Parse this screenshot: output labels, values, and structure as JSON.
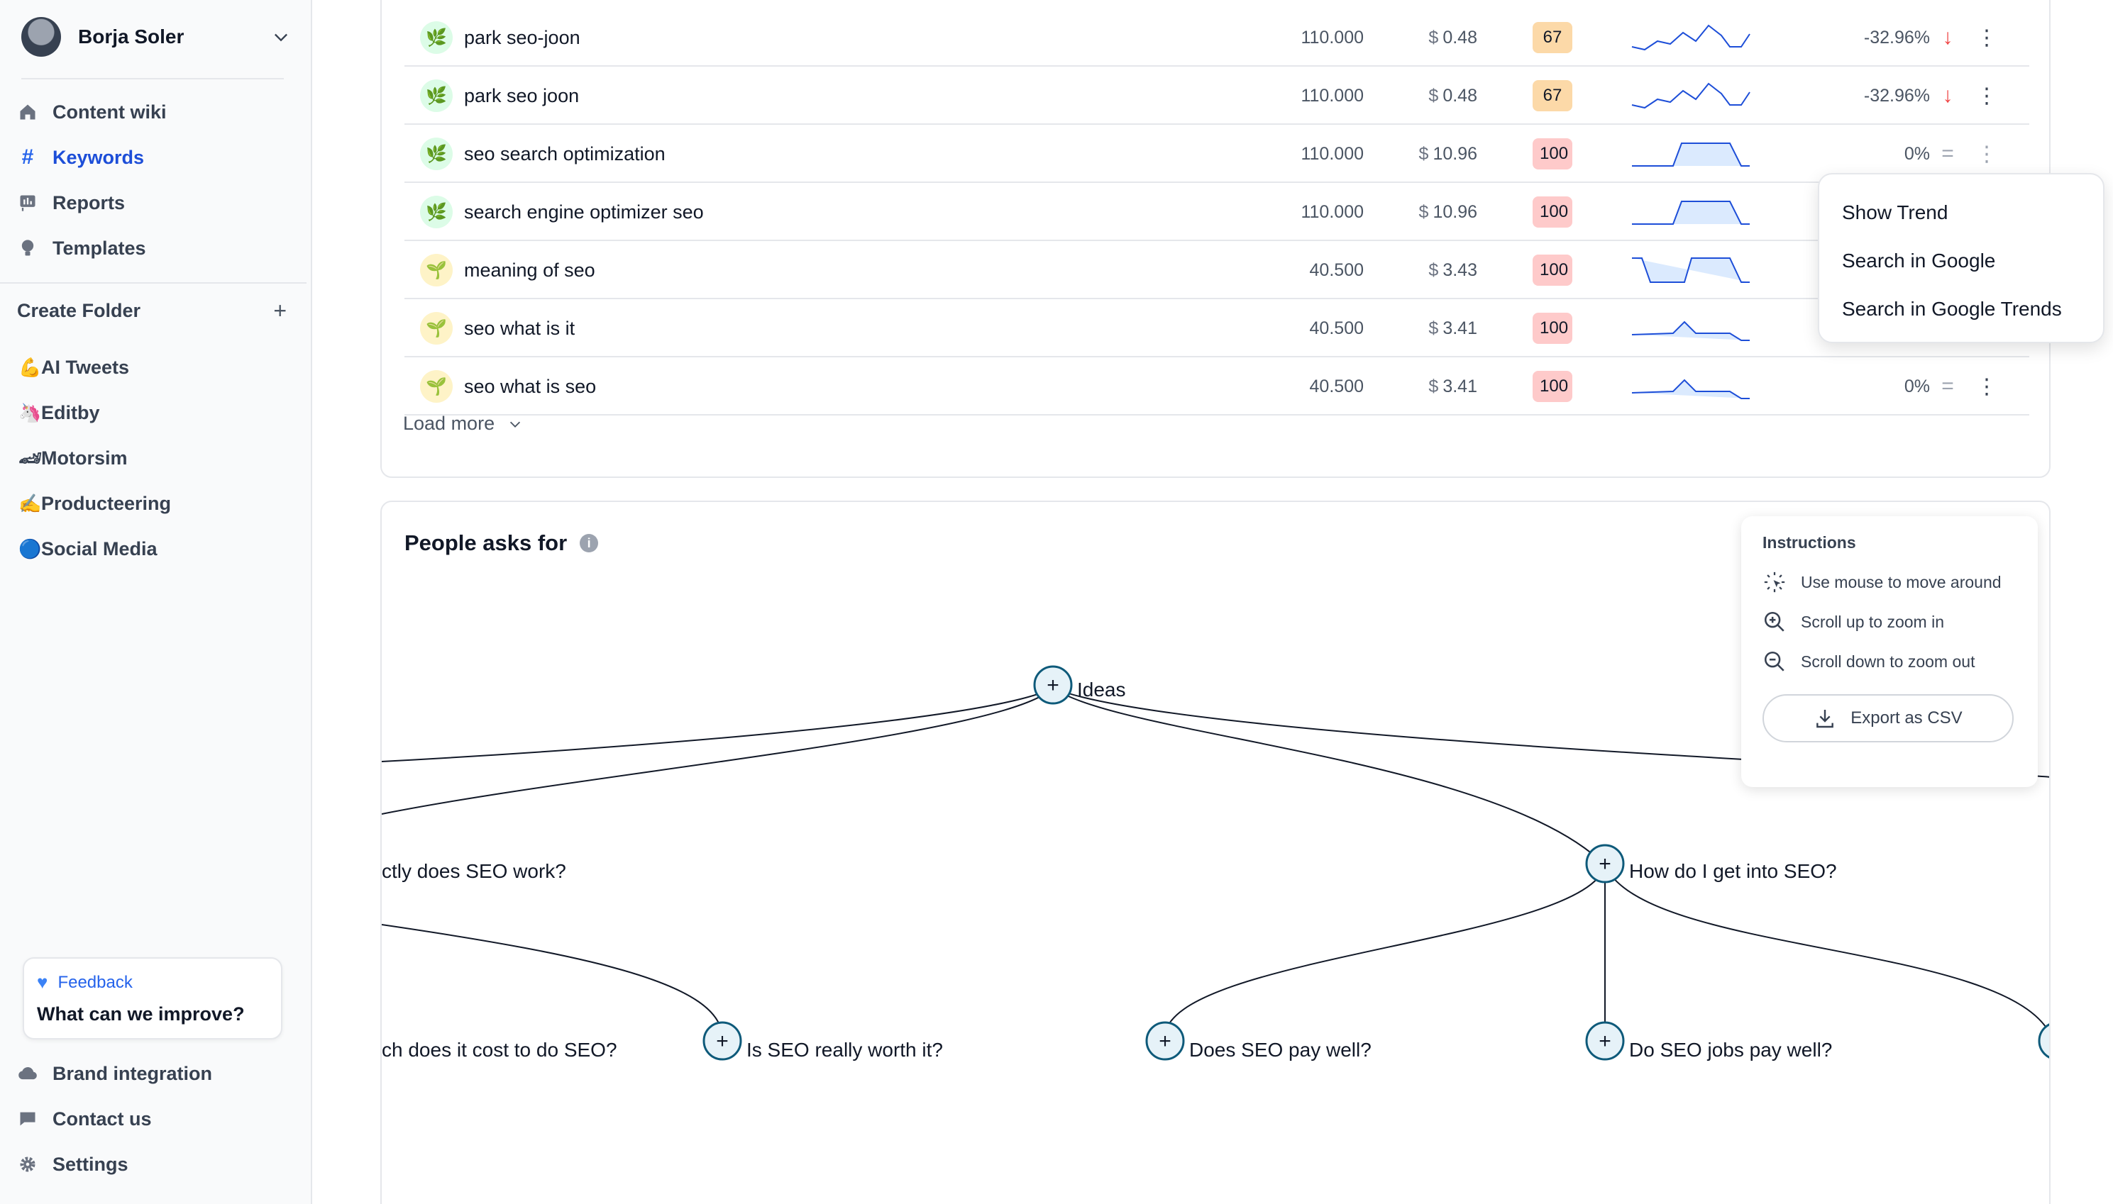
{
  "user": {
    "name": "Borja Soler"
  },
  "nav": [
    {
      "label": "Content wiki",
      "icon": "home-icon"
    },
    {
      "label": "Keywords",
      "icon": "hash-icon",
      "active": true
    },
    {
      "label": "Reports",
      "icon": "report-icon"
    },
    {
      "label": "Templates",
      "icon": "lightbulb-icon"
    }
  ],
  "folders_header": "Create Folder",
  "folders": [
    {
      "emoji": "💪",
      "label": "AI Tweets"
    },
    {
      "emoji": "🦄",
      "label": "Editby"
    },
    {
      "emoji": "🏎",
      "label": "Motorsim"
    },
    {
      "emoji": "✍️",
      "label": "Producteering"
    },
    {
      "emoji": "🔵",
      "label": "Social Media"
    }
  ],
  "feedback": {
    "tag": "Feedback",
    "text": "What can we improve?"
  },
  "bottom_nav": [
    {
      "label": "Brand integration",
      "icon": "cloud-icon"
    },
    {
      "label": "Contact us",
      "icon": "chat-icon"
    },
    {
      "label": "Settings",
      "icon": "gear-icon"
    }
  ],
  "keywords": {
    "rows": [
      {
        "keyword": "park seo-joon",
        "volume": "110.000",
        "cpc": "0.48",
        "kd": "67",
        "change": "-32.96%",
        "trend_dir": "down"
      },
      {
        "keyword": "park seo joon",
        "volume": "110.000",
        "cpc": "0.48",
        "kd": "67",
        "change": "-32.96%",
        "trend_dir": "down"
      },
      {
        "keyword": "seo search optimization",
        "volume": "110.000",
        "cpc": "10.96",
        "kd": "100",
        "change": "0%",
        "trend_dir": "flat"
      },
      {
        "keyword": "search engine optimizer seo",
        "volume": "110.000",
        "cpc": "10.96",
        "kd": "100",
        "change": "",
        "trend_dir": ""
      },
      {
        "keyword": "meaning of seo",
        "volume": "40.500",
        "cpc": "3.43",
        "kd": "100",
        "change": "",
        "trend_dir": ""
      },
      {
        "keyword": "seo what is it",
        "volume": "40.500",
        "cpc": "3.41",
        "kd": "100",
        "change": "",
        "trend_dir": ""
      },
      {
        "keyword": "seo what is seo",
        "volume": "40.500",
        "cpc": "3.41",
        "kd": "100",
        "change": "0%",
        "trend_dir": "flat"
      }
    ],
    "currency": "$",
    "load_more": "Load more"
  },
  "menu": {
    "items": [
      "Show Trend",
      "Search in Google",
      "Search in Google Trends"
    ]
  },
  "people_ask": {
    "title": "People asks for",
    "root": "Ideas",
    "nodes": {
      "n1": "ctly does SEO work?",
      "n2": "How do I get into SEO?",
      "n3": "ch does it cost to do SEO?",
      "n4": "Is SEO really worth it?",
      "n5": "Does SEO pay well?",
      "n6": "Do SEO jobs pay well?"
    }
  },
  "instructions": {
    "title": "Instructions",
    "items": [
      "Use mouse to move around",
      "Scroll up to zoom in",
      "Scroll down to zoom out"
    ],
    "export": "Export as CSV"
  },
  "colors": {
    "accent": "#1d4ed8",
    "kd_orange": "#fcd9a8",
    "kd_red": "#fecaca",
    "down": "#ef4444",
    "node_stroke": "#0e5a7a"
  }
}
